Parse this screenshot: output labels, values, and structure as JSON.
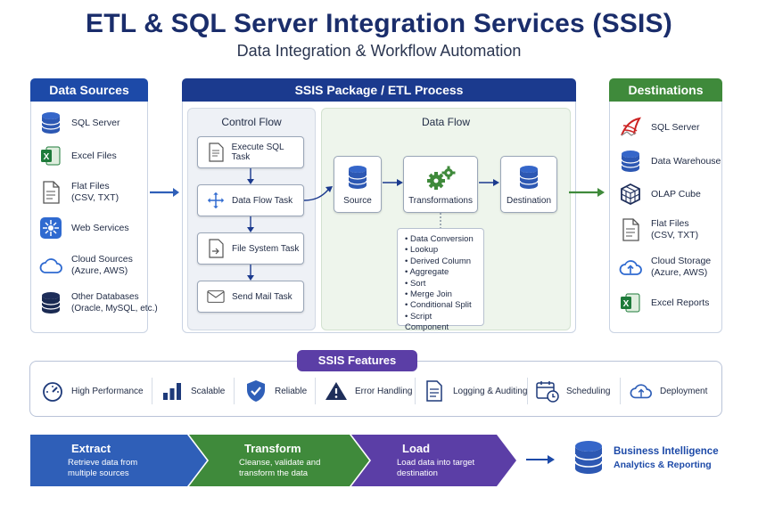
{
  "header": {
    "title": "ETL & SQL Server Integration Services (SSIS)",
    "subtitle": "Data Integration & Workflow Automation"
  },
  "sources": {
    "heading": "Data Sources",
    "items": [
      {
        "label": "SQL Server",
        "icon": "database-icon"
      },
      {
        "label": "Excel Files",
        "icon": "excel-icon"
      },
      {
        "label": "Flat Files\n(CSV, TXT)",
        "icon": "file-icon"
      },
      {
        "label": "Web Services",
        "icon": "web-services-icon"
      },
      {
        "label": "Cloud Sources\n(Azure, AWS)",
        "icon": "cloud-icon"
      },
      {
        "label": "Other Databases\n(Oracle, MySQL, etc.)",
        "icon": "database-stack-icon"
      }
    ]
  },
  "package": {
    "heading": "SSIS Package / ETL Process",
    "control_flow": {
      "heading": "Control Flow",
      "tasks": [
        {
          "label": "Execute SQL Task",
          "icon": "sql-script-icon"
        },
        {
          "label": "Data Flow Task",
          "icon": "move-arrows-icon"
        },
        {
          "label": "File System Task",
          "icon": "file-transfer-icon"
        },
        {
          "label": "Send Mail Task",
          "icon": "envelope-icon"
        }
      ]
    },
    "data_flow": {
      "heading": "Data Flow",
      "source_label": "Source",
      "transform_label": "Transformations",
      "destination_label": "Destination",
      "transformations": [
        "Data Conversion",
        "Lookup",
        "Derived Column",
        "Aggregate",
        "Sort",
        "Merge Join",
        "Conditional Split",
        "Script Component"
      ]
    }
  },
  "destinations": {
    "heading": "Destinations",
    "items": [
      {
        "label": "SQL Server",
        "icon": "sql-server-logo-icon"
      },
      {
        "label": "Data Warehouse",
        "icon": "database-icon"
      },
      {
        "label": "OLAP Cube",
        "icon": "cube-icon"
      },
      {
        "label": "Flat Files\n(CSV, TXT)",
        "icon": "file-icon"
      },
      {
        "label": "Cloud Storage\n(Azure, AWS)",
        "icon": "cloud-upload-icon"
      },
      {
        "label": "Excel Reports",
        "icon": "excel-icon"
      }
    ]
  },
  "features": {
    "heading": "SSIS Features",
    "items": [
      {
        "label": "High Performance",
        "icon": "gauge-icon"
      },
      {
        "label": "Scalable",
        "icon": "bar-chart-icon"
      },
      {
        "label": "Reliable",
        "icon": "shield-check-icon"
      },
      {
        "label": "Error Handling",
        "icon": "warning-icon"
      },
      {
        "label": "Logging & Auditing",
        "icon": "log-document-icon"
      },
      {
        "label": "Scheduling",
        "icon": "calendar-clock-icon"
      },
      {
        "label": "Deployment",
        "icon": "cloud-upload-icon"
      }
    ]
  },
  "pipeline": {
    "steps": [
      {
        "title": "Extract",
        "desc": "Retrieve data from\nmultiple sources",
        "color": "#2f5fb8"
      },
      {
        "title": "Transform",
        "desc": "Cleanse, validate and\ntransform the data",
        "color": "#3f8a3b"
      },
      {
        "title": "Load",
        "desc": "Load data into target\ndestination",
        "color": "#5b3ea6"
      }
    ],
    "target": {
      "line1": "Business Intelligence",
      "line2": "Analytics & Reporting"
    }
  },
  "colors": {
    "primary_blue": "#1d4aa8",
    "navy": "#1b3a8e",
    "green": "#3f8a3b",
    "purple": "#5b3ea6",
    "db_blue": "#3566c9"
  }
}
